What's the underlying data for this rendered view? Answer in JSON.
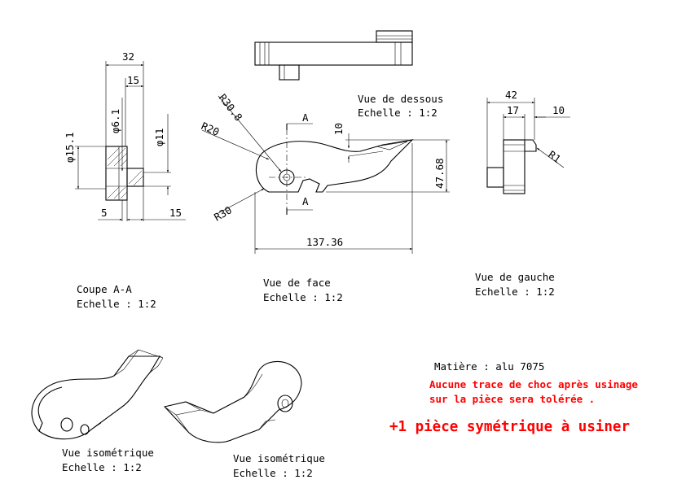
{
  "views": {
    "coupe": {
      "title": "Coupe A-A",
      "scale": "Echelle :  1:2"
    },
    "face": {
      "title": "Vue de face",
      "scale": "Echelle :  1:2"
    },
    "gauche": {
      "title": "Vue de gauche",
      "scale": "Echelle :  1:2"
    },
    "dessous": {
      "title": "Vue de dessous",
      "scale": "Echelle :  1:2"
    },
    "iso1": {
      "title": "Vue isométrique",
      "scale": "Echelle :  1:2"
    },
    "iso2": {
      "title": "Vue isométrique",
      "scale": "Echelle :  1:2"
    }
  },
  "dimensions": {
    "coupe_32": "32",
    "coupe_15_top": "15",
    "coupe_phi61": "φ6.1",
    "coupe_phi151": "φ15.1",
    "coupe_phi11": "φ11",
    "coupe_5": "5",
    "coupe_15_bottom": "15",
    "face_r308": "R30.8",
    "face_r20": "R20",
    "face_r30": "R30",
    "face_10": "10",
    "face_4768": "47.68",
    "face_13736": "137.36",
    "section_a_top": "A",
    "section_a_bottom": "A",
    "gauche_42": "42",
    "gauche_17": "17",
    "gauche_10": "10",
    "gauche_r1": "R1"
  },
  "notes": {
    "material": "Matière : alu 7075",
    "warning_line1": "Aucune trace de choc après usinage",
    "warning_line2": "sur la pièce sera tolérée .",
    "symmetric": "+1 pièce symétrique à usiner"
  },
  "colors": {
    "note_red": "#ff0000",
    "line": "#000000"
  }
}
